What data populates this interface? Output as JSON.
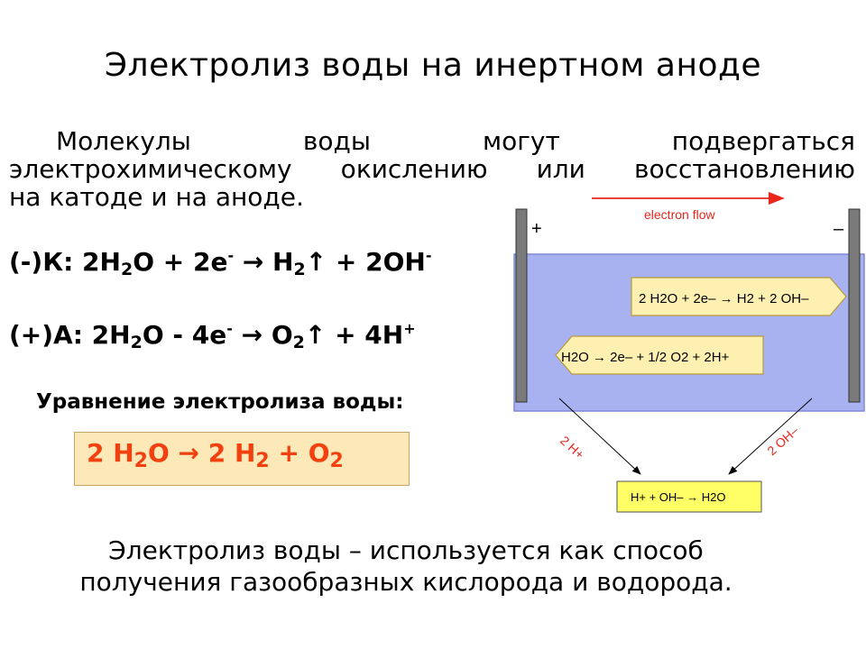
{
  "title": "Электролиз воды на инертном аноде",
  "intro": {
    "line1": "Молекулы воды могут подвергаться",
    "line2": "электрохимическому окислению или восстановлению",
    "line3": "на катоде и на аноде."
  },
  "cathode_eq": {
    "prefix": "(-)К: 2H",
    "h2o_sub": "2",
    "part2": "O + 2e",
    "e_sup": "-",
    "part3": " → H",
    "h2_sub": "2",
    "part4": "↑ + 2OH",
    "oh_sup": "-"
  },
  "anode_eq": {
    "prefix": "(+)А: 2H",
    "h2o_sub": "2",
    "part2": "O - 4e",
    "e_sup": "-",
    "part3": " → O",
    "o2_sub": "2",
    "part4": "↑ + 4H",
    "h_sup": "+"
  },
  "overall": {
    "label": "Уравнение электролиза воды:",
    "p1": "2 H",
    "s1": "2",
    "p2": "O → 2 H",
    "s2": "2",
    "p3": " + O",
    "s3": "2"
  },
  "footer": {
    "line1": "Электролиз воды – используется как способ",
    "line2": "получения газообразных кислорода и водорода."
  },
  "diagram": {
    "electron_flow": "electron flow",
    "plus_sign": "+",
    "minus_sign": "–",
    "cathode_reaction": "2 H2O + 2e– → H2 + 2 OH–",
    "anode_reaction": "H2O → 2e– + 1/2 O2 + 2H+",
    "left_arrow_label": "2 H+",
    "right_arrow_label": "2 OH–",
    "neutralization": "H+ + OH– → H2O",
    "colors": {
      "water": "#a9b2f0",
      "water_border": "#7f8ad6",
      "electrode": "#7a7a7a",
      "reaction_box": "#fdf0b0",
      "product_box": "#ffff66",
      "red": "#e8261c"
    }
  }
}
